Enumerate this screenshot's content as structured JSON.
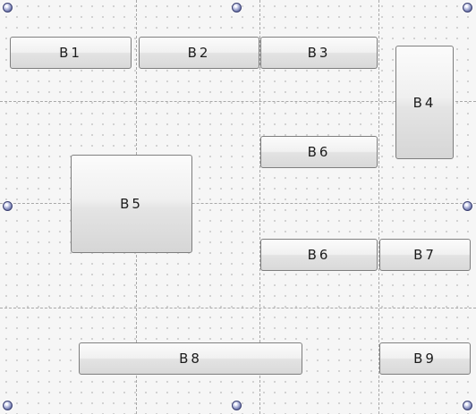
{
  "designer": {
    "buttons": [
      {
        "id": "b1",
        "label": "B1"
      },
      {
        "id": "b2",
        "label": "B2"
      },
      {
        "id": "b3",
        "label": "B3"
      },
      {
        "id": "b4",
        "label": "B4"
      },
      {
        "id": "b5",
        "label": "B5"
      },
      {
        "id": "b6a",
        "label": "B6"
      },
      {
        "id": "b6b",
        "label": "B6"
      },
      {
        "id": "b7",
        "label": "B7"
      },
      {
        "id": "b8",
        "label": "B8"
      },
      {
        "id": "b9",
        "label": "B9"
      }
    ],
    "colors": {
      "background": "#f6f6f6",
      "grid_dot": "#c4c4c4",
      "guide_line": "#a8a8a8",
      "button_border": "#7e7e7e",
      "handle": "#6f78ad"
    },
    "handle_icon": "resize-handle-icon"
  }
}
